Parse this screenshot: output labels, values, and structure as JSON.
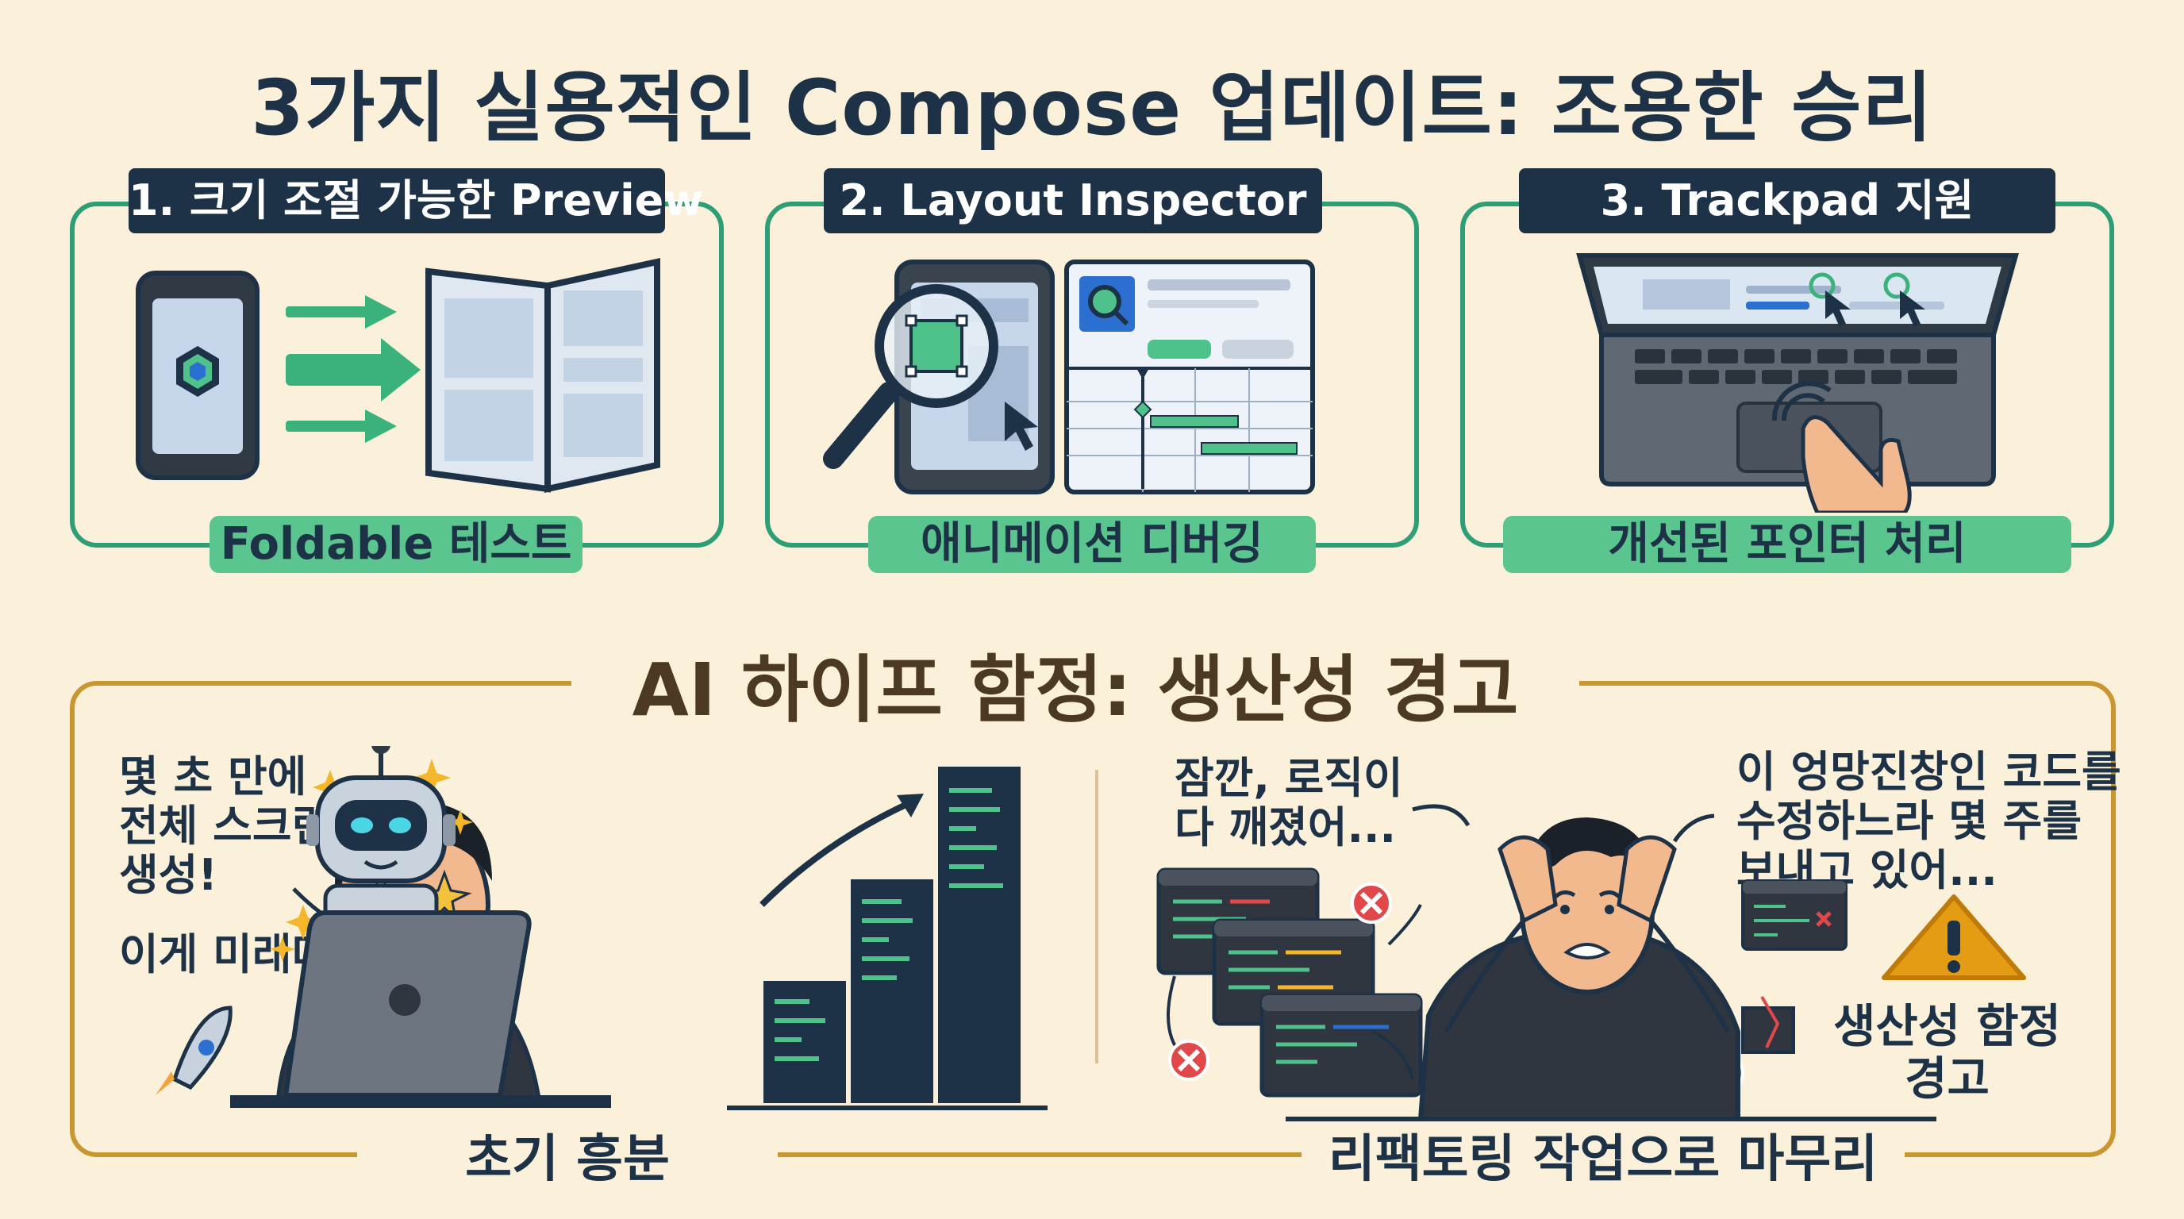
{
  "title": "3가지 실용적인 Compose 업데이트: 조용한 승리",
  "panels": [
    {
      "label": "1. 크기 조절 가능한 Preview",
      "caption": "Foldable 테스트"
    },
    {
      "label": "2. Layout Inspector",
      "caption": "애니메이션 디버깅"
    },
    {
      "label": "3. Trackpad 지원",
      "caption": "개선된 포인터 처리"
    }
  ],
  "bottom": {
    "title": "AI 하이프 함정: 생산성 경고",
    "left": {
      "speech1": [
        "몇 초 만에",
        "전체 스크린",
        "생성!"
      ],
      "speech2": "이게 미래다!",
      "caption": "초기 흥분"
    },
    "right": {
      "speech1": [
        "잠깐, 로직이",
        "다 깨졌어..."
      ],
      "speech2": [
        "이 엉망진창인 코드를",
        "수정하느라 몇 주를",
        "보내고 있어..."
      ],
      "warning": [
        "생산성 함정",
        "경고"
      ],
      "caption": "리팩토링 작업으로 마무리"
    }
  },
  "colors": {
    "background": "#fbf0d9",
    "navy": "#1e3247",
    "green": "#2e9e77",
    "mint": "#5bc58f",
    "gold": "#c9962f",
    "error": "#e0484a"
  }
}
